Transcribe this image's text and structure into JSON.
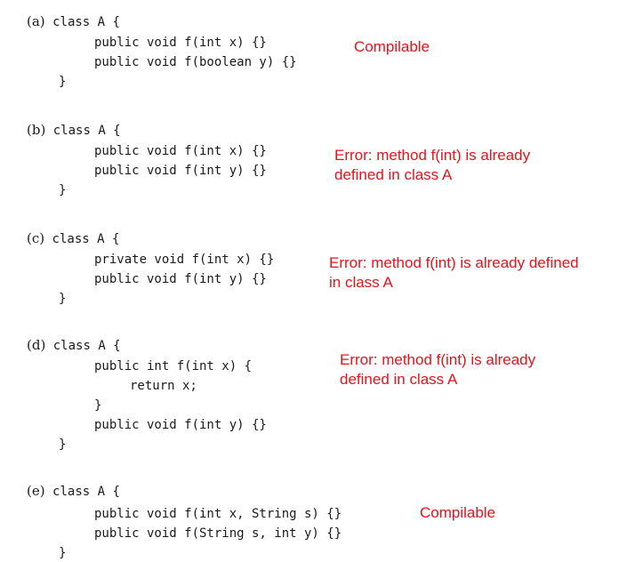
{
  "problems": [
    {
      "label": "(a)",
      "lines": [
        "class A {",
        "public void f(int x) {}",
        "public void f(boolean y) {}",
        "}"
      ],
      "note": [
        "Compilable"
      ]
    },
    {
      "label": "(b)",
      "lines": [
        "class A {",
        "public void f(int x) {}",
        "public void f(int y) {}",
        "}"
      ],
      "note": [
        "Error: method f(int) is already",
        "defined in class A"
      ]
    },
    {
      "label": "(c)",
      "lines": [
        "class A {",
        "private void f(int x) {}",
        "public void f(int y) {}",
        "}"
      ],
      "note": [
        "Error: method f(int) is already defined",
        "in class A"
      ]
    },
    {
      "label": "(d)",
      "lines": [
        "class A {",
        "public int f(int x) {",
        "return x;",
        "}",
        "public void f(int y) {}",
        "}"
      ],
      "note": [
        "Error: method f(int) is already",
        "defined in class A"
      ]
    },
    {
      "label": "(e)",
      "lines": [
        "class A {",
        "public void f(int x, String s) {}",
        "public void f(String s, int y) {}",
        "}"
      ],
      "note": [
        "Compilable"
      ]
    }
  ]
}
